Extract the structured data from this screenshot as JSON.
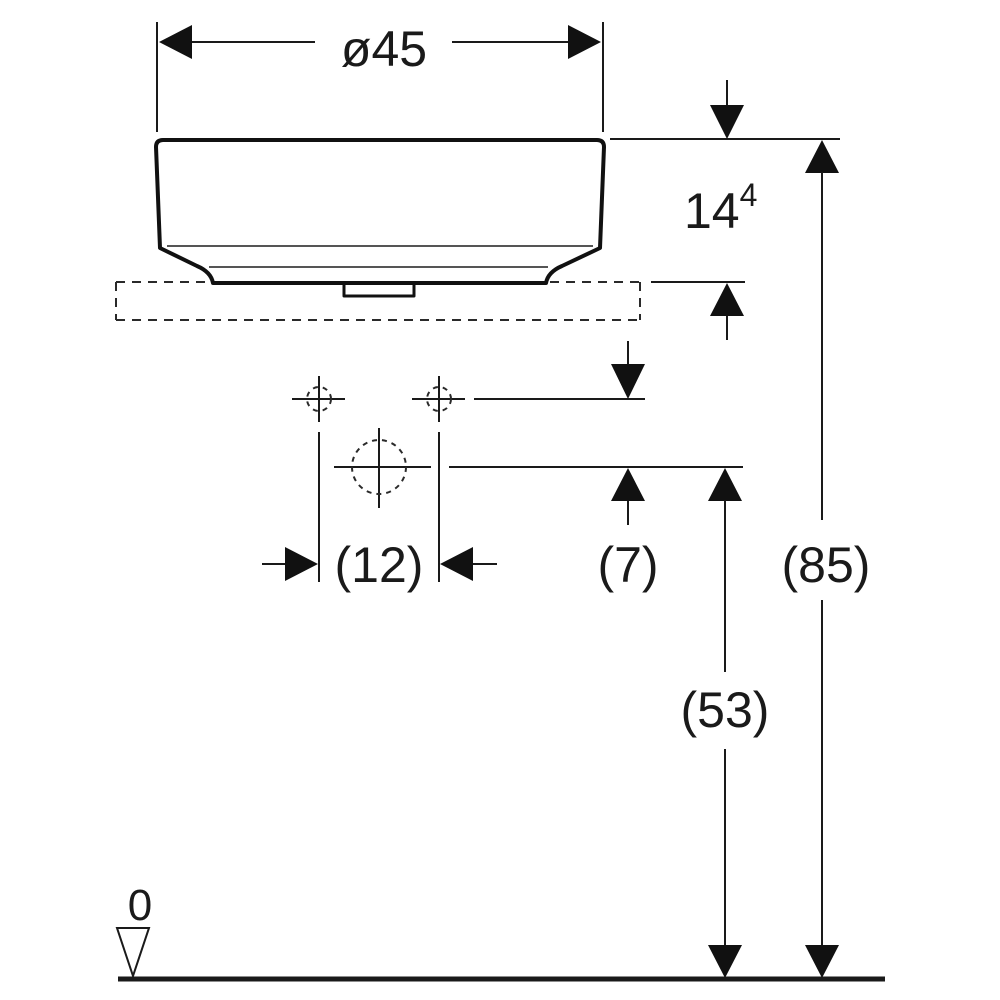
{
  "drawing": {
    "type": "technical-dimension-drawing",
    "subject": "countertop washbasin, round, side elevation",
    "unit": "cm",
    "colors": {
      "line": "#1a1a1a",
      "background": "#ffffff"
    }
  },
  "dimensions": {
    "diameter": {
      "label": "ø45",
      "value": 45,
      "orientation": "horizontal"
    },
    "basin_height": {
      "label": "14",
      "superscript": "4",
      "value": 14.4,
      "orientation": "vertical"
    },
    "tap_hole_spacing": {
      "label": "(12)",
      "value": 12,
      "orientation": "horizontal"
    },
    "drain_offset": {
      "label": "(7)",
      "value": 7,
      "orientation": "vertical"
    },
    "drain_height": {
      "label": "(53)",
      "value": 53,
      "orientation": "vertical"
    },
    "top_height": {
      "label": "(85)",
      "value": 85,
      "orientation": "vertical"
    }
  },
  "reference": {
    "floor_level_label": "0"
  }
}
